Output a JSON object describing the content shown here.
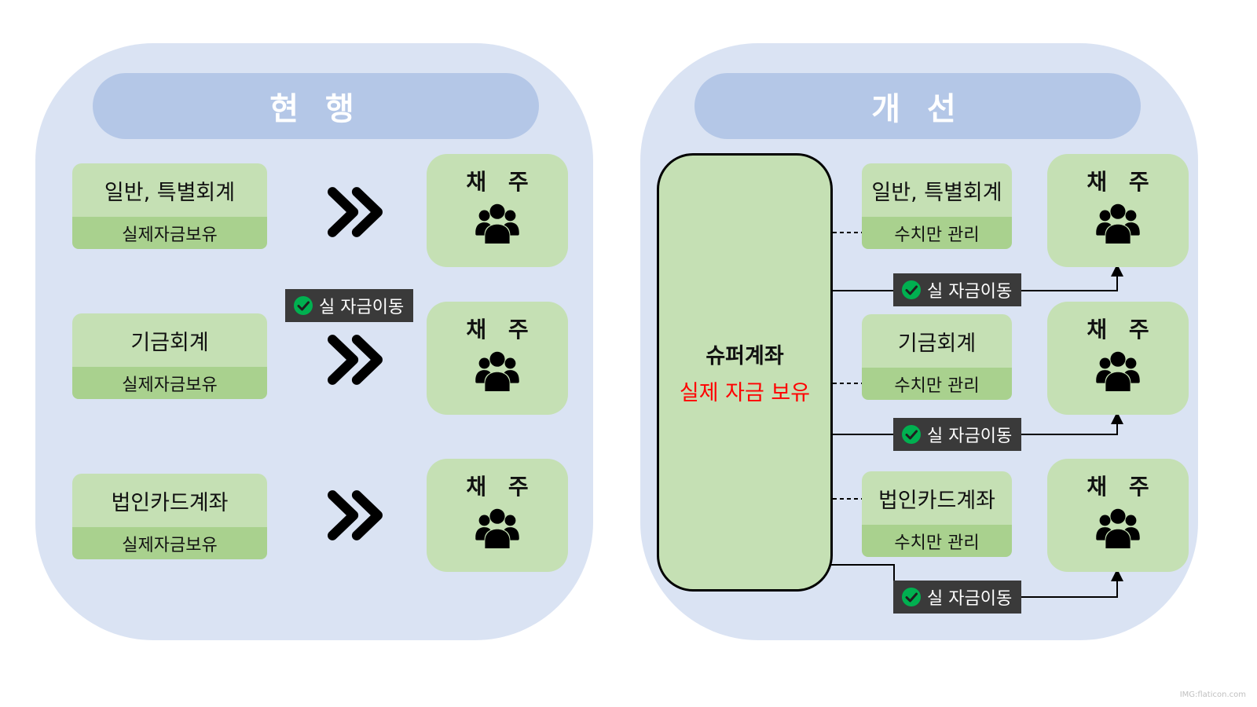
{
  "left_panel": {
    "title": "현 행",
    "accounts": [
      {
        "name": "일반, 특별회계",
        "status": "실제자금보유"
      },
      {
        "name": "기금회계",
        "status": "실제자금보유"
      },
      {
        "name": "법인카드계좌",
        "status": "실제자금보유"
      }
    ],
    "transfer_tag": "실 자금이동",
    "creditors": [
      "채 주",
      "채 주",
      "채 주"
    ]
  },
  "right_panel": {
    "title": "개 선",
    "super_account": {
      "title": "슈퍼계좌",
      "subtitle": "실제 자금 보유"
    },
    "accounts": [
      {
        "name": "일반, 특별회계",
        "status": "수치만 관리"
      },
      {
        "name": "기금회계",
        "status": "수치만 관리"
      },
      {
        "name": "법인카드계좌",
        "status": "수치만 관리"
      }
    ],
    "transfer_tags": [
      "실 자금이동",
      "실 자금이동",
      "실 자금이동"
    ],
    "creditors": [
      "채 주",
      "채 주",
      "채 주"
    ]
  },
  "watermark": "IMG:flaticon.com",
  "icons": {
    "creditor": "people-group-icon",
    "arrow": "double-chevron-right-icon",
    "check": "check-circle-icon"
  },
  "colors": {
    "panel_bg": "#dae3f3",
    "header_bg": "#b4c7e7",
    "account_light": "#c5e0b4",
    "account_dark": "#a9d18e",
    "tag_bg": "#3a3a3a",
    "check_green": "#00b050",
    "highlight_red": "#ff0000"
  }
}
